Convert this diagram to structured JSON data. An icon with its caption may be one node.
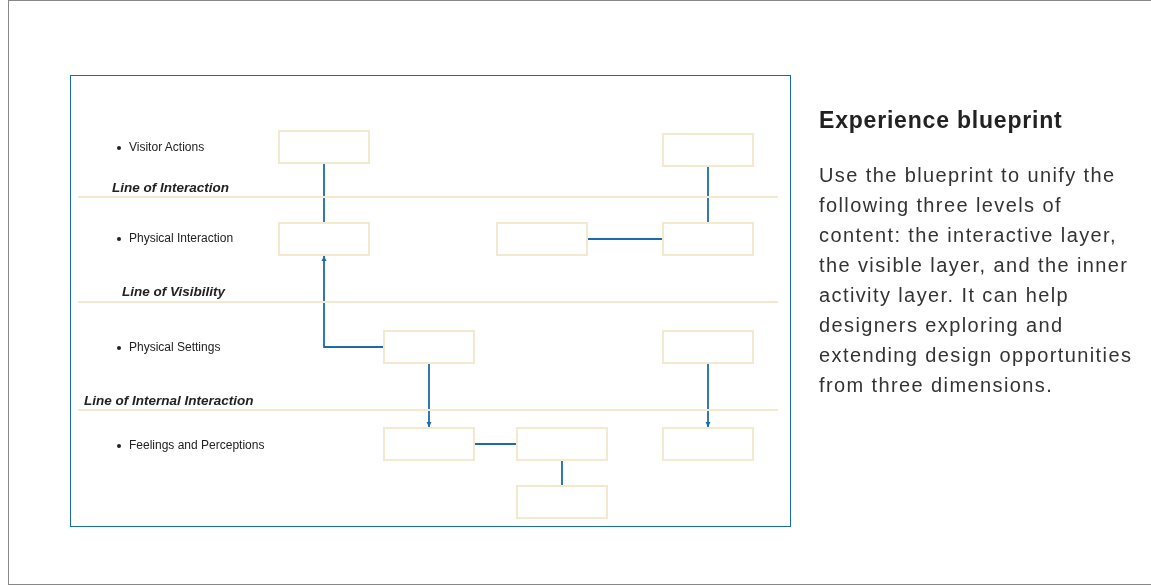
{
  "diagram": {
    "title": "Experience blueprint",
    "nodes": [
      {
        "text": [],
        "shape": "box"
      },
      {
        "text": [],
        "shape": "box"
      },
      {
        "text": [],
        "shape": "box"
      },
      {
        "text": [],
        "shape": "box"
      },
      {
        "text": [],
        "shape": "box"
      },
      {
        "text": [],
        "shape": "box"
      },
      {
        "text": [],
        "shape": "box"
      },
      {
        "text": [],
        "shape": "box"
      },
      {
        "text": [],
        "shape": "box"
      },
      {
        "text": [],
        "shape": "box"
      },
      {
        "text": [],
        "shape": "box"
      }
    ],
    "edges": [
      {
        "from": 0,
        "to": 2,
        "arrow": "none"
      },
      {
        "from": 1,
        "to": 4,
        "arrow": "none"
      },
      {
        "from": 3,
        "to": 4,
        "arrow": "none"
      },
      {
        "from": 5,
        "to": 2,
        "arrow": "to"
      },
      {
        "from": 5,
        "to": 7,
        "arrow": "to"
      },
      {
        "from": 6,
        "to": 9,
        "arrow": "to"
      },
      {
        "from": 7,
        "to": 8,
        "arrow": "none"
      },
      {
        "from": 8,
        "to": 10,
        "arrow": "none"
      }
    ],
    "labels": [
      "Visitor Actions",
      "Line of Interaction",
      "Physical Interaction",
      "Line of Visibility",
      "Physical Settings",
      "Line of Internal Interaction",
      "Feelings and Perceptions",
      "Use the blueprint to unify the following three levels of content: the interactive layer, the visible layer, and the inner activity layer. It can help designers exploring and extending design opportunities from three dimensions."
    ]
  }
}
